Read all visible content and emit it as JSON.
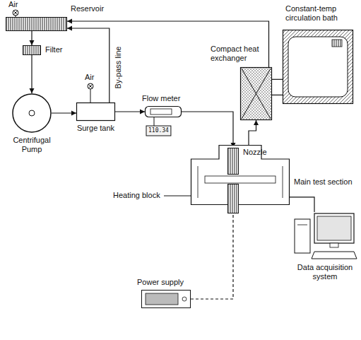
{
  "diagram": {
    "nodes": [
      {
        "text": [
          "Reservoir"
        ]
      },
      {
        "text": [
          "Filter"
        ]
      },
      {
        "text": [
          "Centrifugal Pump"
        ]
      },
      {
        "text": [
          "Surge tank"
        ]
      },
      {
        "text": [
          "Flow meter"
        ]
      },
      {
        "text": [
          "Compact heat exchanger"
        ]
      },
      {
        "text": [
          "Constant-temp circulation bath"
        ]
      },
      {
        "text": [
          "Main test section"
        ]
      },
      {
        "text": [
          "Nozzle"
        ],
        "in": 7
      },
      {
        "text": [
          "Heating block"
        ],
        "in": 7
      },
      {
        "text": [
          "Data acquisition system"
        ]
      },
      {
        "text": [
          "Power supply"
        ]
      }
    ],
    "edges": [
      {
        "from": 0,
        "to": 1,
        "arrow": "to"
      },
      {
        "from": 1,
        "to": 2,
        "arrow": "to"
      },
      {
        "from": 2,
        "to": 3,
        "arrow": "to"
      },
      {
        "from": 3,
        "to": 0,
        "arrow": "to"
      },
      {
        "from": 3,
        "to": 4,
        "arrow": "to"
      },
      {
        "from": 4,
        "to": 8,
        "arrow": "to"
      },
      {
        "from": 7,
        "to": 5,
        "arrow": "to"
      },
      {
        "from": 5,
        "to": 0,
        "arrow": "to"
      },
      {
        "from": 5,
        "to": 6,
        "arrow": "none"
      },
      {
        "from": 6,
        "to": 5,
        "arrow": "none"
      },
      {
        "from": 9,
        "to": 10,
        "arrow": "none"
      },
      {
        "from": 11,
        "to": 9,
        "arrow": "none"
      }
    ],
    "labels": [
      "Air",
      "Air",
      "By-pass line",
      "110.34"
    ]
  }
}
